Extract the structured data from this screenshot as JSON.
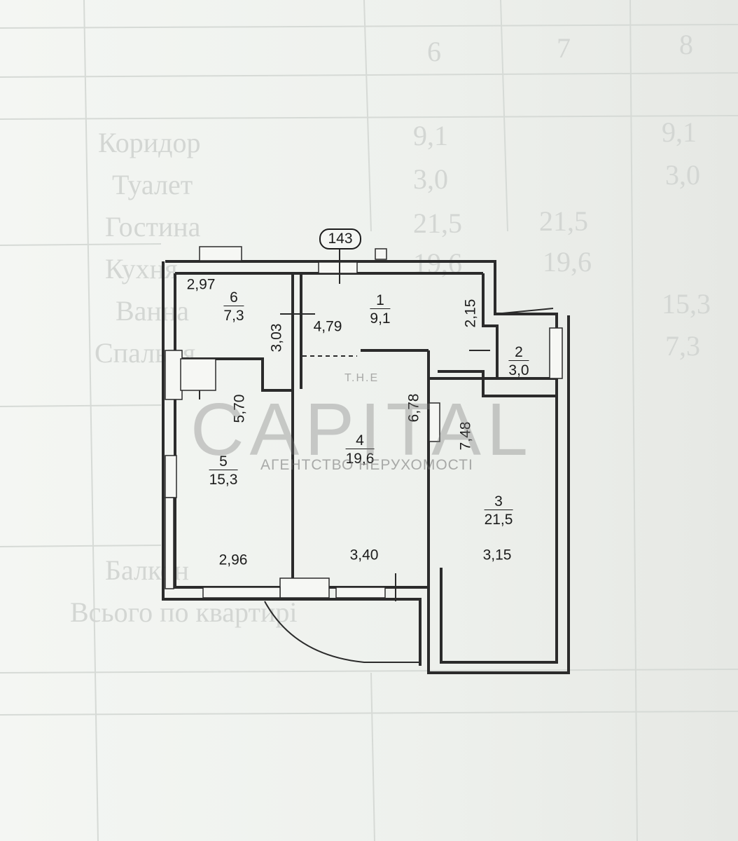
{
  "plan": {
    "section_tag": "143",
    "rooms": [
      {
        "id": "room-1",
        "number": "1",
        "area": "9,1"
      },
      {
        "id": "room-2",
        "number": "2",
        "area": "3,0"
      },
      {
        "id": "room-3",
        "number": "3",
        "area": "21,5"
      },
      {
        "id": "room-4",
        "number": "4",
        "area": "19,6"
      },
      {
        "id": "room-5",
        "number": "5",
        "area": "15,3"
      },
      {
        "id": "room-6",
        "number": "6",
        "area": "7,3"
      }
    ],
    "dimensions": [
      "2,97",
      "3,03",
      "4,79",
      "2,15",
      "5,70",
      "6,78",
      "7,48",
      "2,96",
      "3,40",
      "3,15"
    ]
  },
  "watermark": {
    "brand": "CAPITAL",
    "prefix": "T.H.E",
    "subtitle": "АГЕНТСТВО НЕРУХОМОСТІ"
  },
  "background_table": {
    "column_headers": [
      "6",
      "7",
      "8"
    ],
    "row_labels": [
      "Коридор",
      "Туалет",
      "Гостина",
      "Кухня",
      "Ванна",
      "Спальня",
      "Балкон",
      "Всього по квартирі"
    ],
    "cells": [
      "9,1",
      "9,1",
      "3,0",
      "3,0",
      "21,5",
      "21,5",
      "19,6",
      "19,6",
      "15,3",
      "7,3"
    ]
  }
}
